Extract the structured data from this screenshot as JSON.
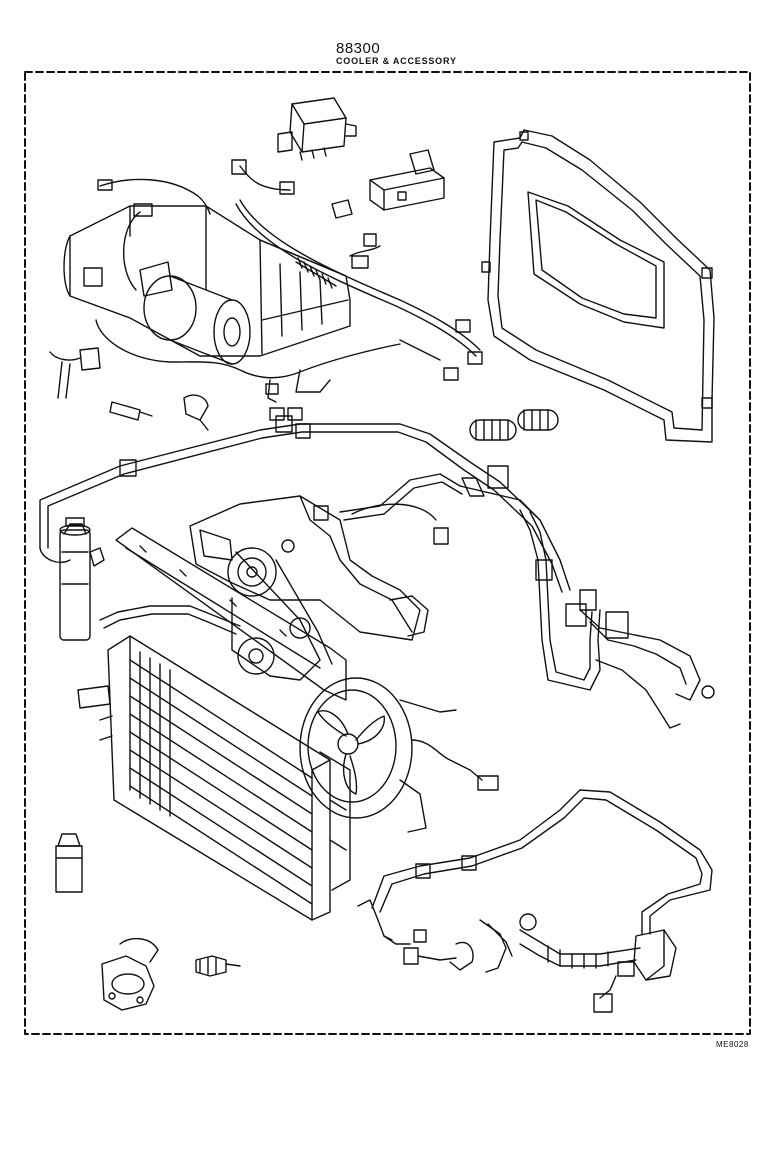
{
  "header": {
    "part_number": "88300",
    "title": "COOLER & ACCESSORY"
  },
  "footer": {
    "reference_code": "ME8028"
  },
  "components": [
    "relay-box-icon",
    "amplifier-box-icon",
    "evaporator-unit-icon",
    "blower-motor-icon",
    "wire-harness-icon",
    "coil-spring-icon",
    "mounting-panel-icon",
    "refrigerant-pipe-icon",
    "receiver-drier-icon",
    "compressor-icon",
    "drive-belt-icon",
    "condenser-icon",
    "cooling-fan-icon",
    "oil-bottle-icon",
    "elbow-fitting-icon",
    "temperature-sensor-icon",
    "expansion-valve-icon",
    "flexible-hose-icon"
  ]
}
